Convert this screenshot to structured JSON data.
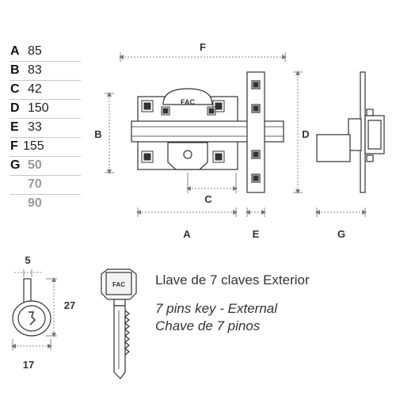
{
  "dimensions": [
    {
      "letter": "A",
      "value": "85"
    },
    {
      "letter": "B",
      "value": "83"
    },
    {
      "letter": "C",
      "value": "42"
    },
    {
      "letter": "D",
      "value": "150"
    },
    {
      "letter": "E",
      "value": "33"
    },
    {
      "letter": "F",
      "value": "155"
    },
    {
      "letter": "G",
      "value": "50"
    },
    {
      "letter": "",
      "value": "70"
    },
    {
      "letter": "",
      "value": "90"
    }
  ],
  "drawing_labels": {
    "f": "F",
    "b": "B",
    "d": "D",
    "c": "C",
    "a": "A",
    "e": "E",
    "g": "G"
  },
  "brand_mark": "FAC",
  "cylinder_dims": {
    "width_top": "5",
    "height": "27",
    "width_bottom": "17"
  },
  "key_description": {
    "line1": "Llave de 7 claves Exterior",
    "line2": "7 pins key - External",
    "line3": "Chave de 7 pinos"
  },
  "colors": {
    "line": "#333333",
    "dim_line": "#888888",
    "grey_value": "#9a9a9a"
  }
}
